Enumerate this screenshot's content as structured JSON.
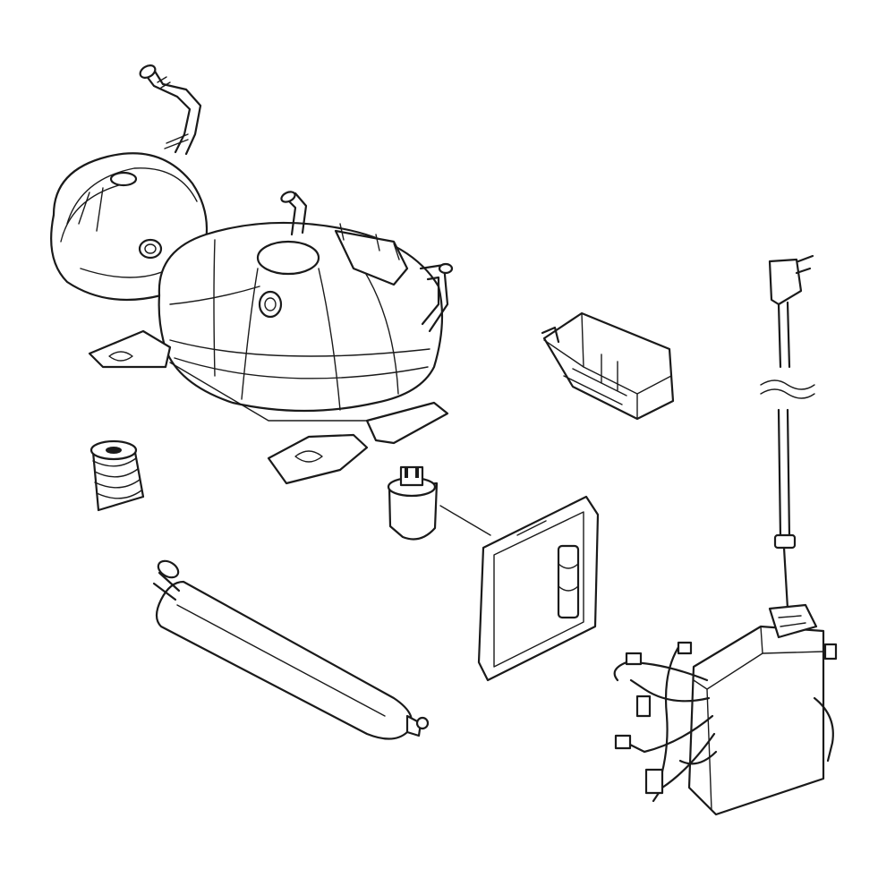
{
  "diagram": {
    "parts": [
      {
        "id": "compressor",
        "icon": "compressor-icon"
      },
      {
        "id": "grommet",
        "icon": "grommet-icon"
      },
      {
        "id": "filter-drier",
        "icon": "filter-drier-icon"
      },
      {
        "id": "start-capacitor",
        "icon": "capacitor-icon"
      },
      {
        "id": "relay-cover",
        "icon": "relay-cover-icon"
      },
      {
        "id": "mounting-plate",
        "icon": "mounting-plate-icon"
      },
      {
        "id": "power-cord",
        "icon": "power-plug-icon"
      },
      {
        "id": "control-module",
        "icon": "control-module-icon"
      }
    ],
    "line_color": "#1a1a1a",
    "background": "#ffffff"
  }
}
